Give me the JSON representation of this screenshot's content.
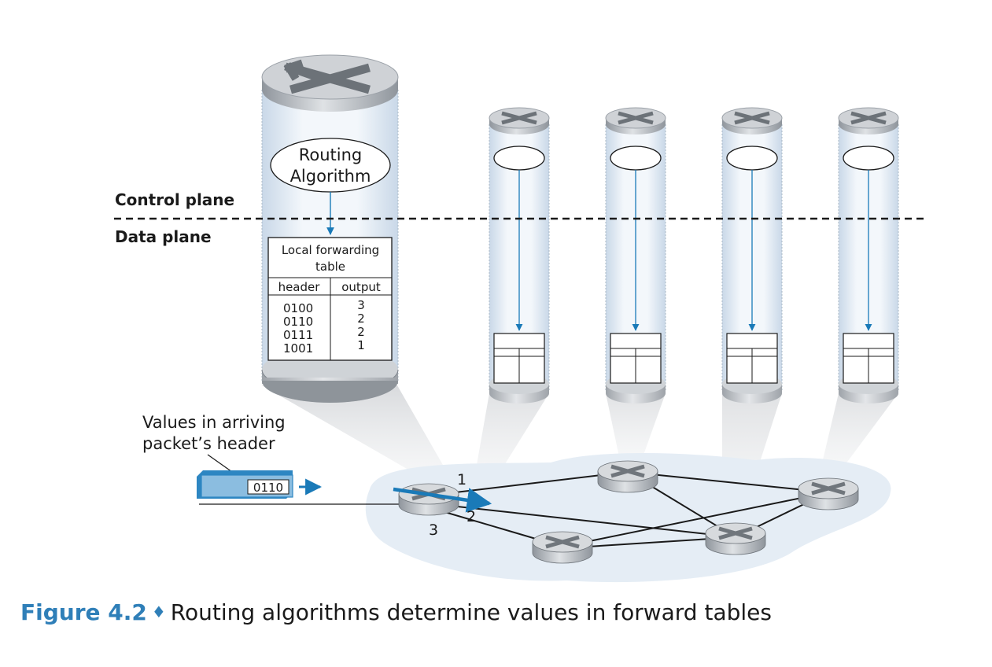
{
  "labels": {
    "control_plane": "Control plane",
    "data_plane": "Data plane",
    "routing_algorithm_line1": "Routing",
    "routing_algorithm_line2": "Algorithm",
    "table_title_line1": "Local forwarding",
    "table_title_line2": "table",
    "col_header": "header",
    "col_output": "output",
    "arriving_line1": "Values in arriving",
    "arriving_line2": "packet’s header",
    "packet_value": "0110"
  },
  "forwarding_table": [
    {
      "header": "0100",
      "output": "3"
    },
    {
      "header": "0110",
      "output": "2"
    },
    {
      "header": "0111",
      "output": "2"
    },
    {
      "header": "1001",
      "output": "1"
    }
  ],
  "ports": {
    "p1": "1",
    "p2": "2",
    "p3": "3"
  },
  "caption": {
    "number": "Figure 4.2",
    "separator": "♦",
    "text": "Routing algorithms determine values in forward tables"
  },
  "colors": {
    "accent_blue": "#1a7ab8",
    "column_light": "#dfeaf5",
    "router_gray": "#c8cbd0",
    "cloud": "#e6eef6"
  }
}
